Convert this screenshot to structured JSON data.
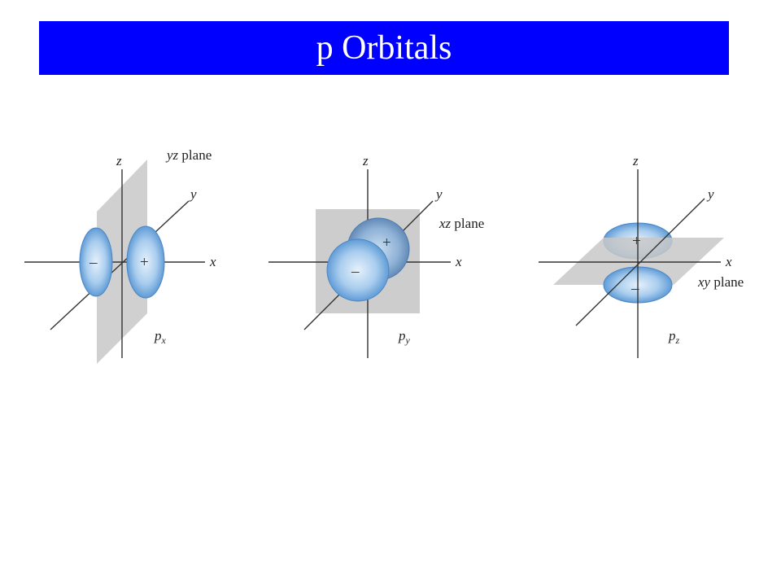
{
  "slide": {
    "title": "p Orbitals"
  },
  "colors": {
    "title_bar": "#0000ff",
    "title_text": "#ffffff",
    "lobe": "#5b9bd5",
    "plane": "#c8c8c8"
  },
  "axis_labels": {
    "x": "x",
    "y": "y",
    "z": "z"
  },
  "signs": {
    "plus": "+",
    "minus": "–"
  },
  "orbitals": [
    {
      "name": "p",
      "subscript": "x",
      "plane_italic": "yz",
      "plane_word": " plane"
    },
    {
      "name": "p",
      "subscript": "y",
      "plane_italic": "xz",
      "plane_word": " plane"
    },
    {
      "name": "p",
      "subscript": "z",
      "plane_italic": "xy",
      "plane_word": " plane"
    }
  ]
}
